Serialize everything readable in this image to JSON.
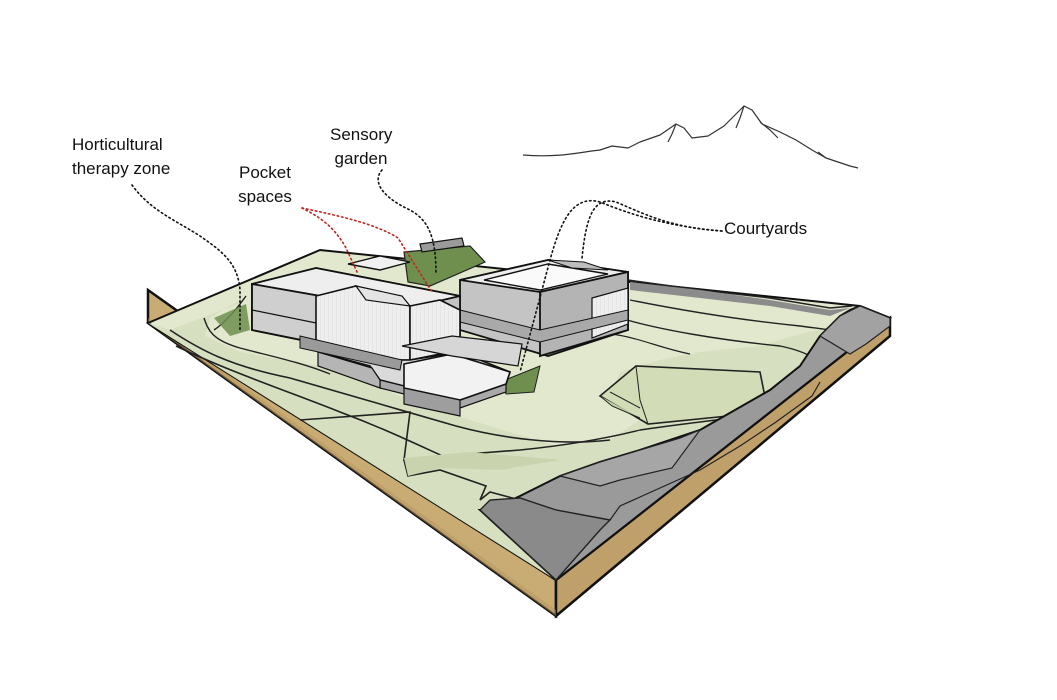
{
  "diagram": {
    "labels": {
      "horticultural_line1": "Horticultural",
      "horticultural_line2": "therapy zone",
      "pocket_line1": "Pocket",
      "pocket_line2": "spaces",
      "sensory_line1": "Sensory",
      "sensory_line2": "garden",
      "courtyards": "Courtyards"
    },
    "colors": {
      "soil": "#c9ab74",
      "lawn": "#e1e8cd",
      "lawn_dark": "#d2dcb6",
      "green_accent": "#6e8f4e",
      "road": "#9a9a9a",
      "road_dark": "#7e7e7e",
      "building_light": "#e6e6e6",
      "building_mid": "#c4c4c4",
      "building_dark": "#a9a9a9",
      "leader_black": "#111111",
      "leader_red": "#c0281e"
    },
    "icons": [
      "mountain-sketch-icon"
    ]
  }
}
